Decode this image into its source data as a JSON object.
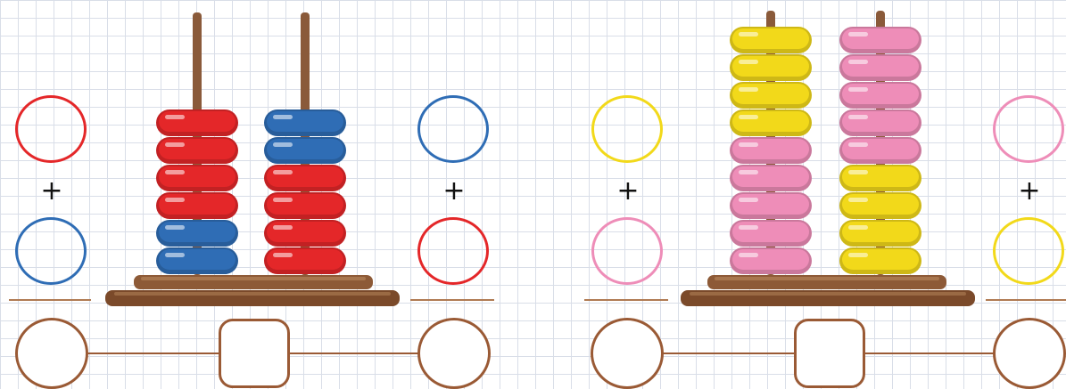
{
  "colors": {
    "red": "#e42729",
    "blue": "#2f6db5",
    "yellow": "#f2d91a",
    "pink": "#ee8db8",
    "rod": "#8a5a3a",
    "base": "#7b4a2a",
    "line": "#9a5a35"
  },
  "plus_sign": "+",
  "abaci": [
    {
      "rods": [
        {
          "beads_bottom_to_top": [
            "blue",
            "blue",
            "red",
            "red",
            "red",
            "red"
          ]
        },
        {
          "beads_bottom_to_top": [
            "red",
            "red",
            "red",
            "red",
            "blue",
            "blue"
          ]
        }
      ],
      "left_circles": [
        "red",
        "blue"
      ],
      "right_circles": [
        "blue",
        "red"
      ]
    },
    {
      "rods": [
        {
          "beads_bottom_to_top": [
            "pink",
            "pink",
            "pink",
            "pink",
            "pink",
            "yellow",
            "yellow",
            "yellow",
            "yellow"
          ]
        },
        {
          "beads_bottom_to_top": [
            "yellow",
            "yellow",
            "yellow",
            "yellow",
            "pink",
            "pink",
            "pink",
            "pink",
            "pink"
          ]
        }
      ],
      "left_circles": [
        "yellow",
        "pink"
      ],
      "right_circles": [
        "pink",
        "yellow"
      ]
    }
  ]
}
